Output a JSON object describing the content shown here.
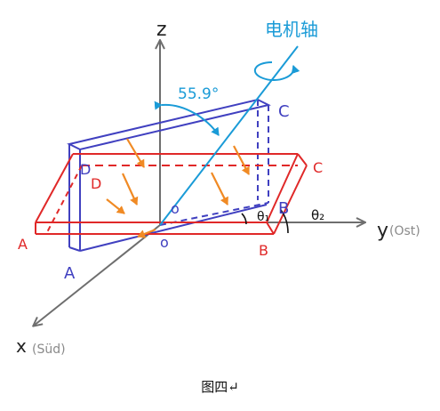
{
  "figure": {
    "caption": "图四↵",
    "colors": {
      "axis": "#6e6e6e",
      "blue_panel": "#4040c0",
      "red_panel": "#e02828",
      "motor_axis": "#1a9bd7",
      "force_arrow": "#f08a24",
      "annotation": "#111111"
    }
  },
  "axes": {
    "z_label": "z",
    "y_label": "y",
    "y_sub": "(Ost)",
    "x_label": "x",
    "x_sub": "(Süd)",
    "origin_blue": "o",
    "origin_red": "o"
  },
  "motor_axis": {
    "label": "电机轴",
    "angle_label": "55.9°"
  },
  "blue_panel": {
    "corner_a": "A",
    "corner_b": "B",
    "corner_c": "C",
    "corner_d": "D"
  },
  "red_panel": {
    "corner_a": "A",
    "corner_b": "B",
    "corner_c": "C",
    "corner_d": "D"
  },
  "angles": {
    "theta1": "θ₁",
    "theta2": "θ₂"
  }
}
